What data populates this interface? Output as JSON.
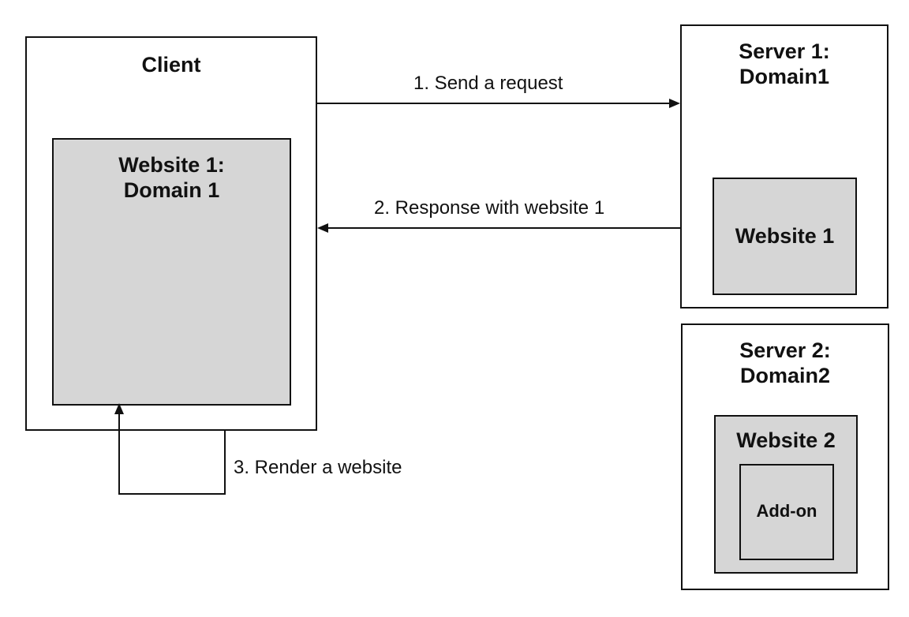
{
  "client": {
    "title": "Client"
  },
  "website1_client": {
    "line1": "Website 1:",
    "line2": "Domain 1"
  },
  "server1": {
    "line1": "Server 1:",
    "line2": "Domain1"
  },
  "website1_server": {
    "title": "Website 1"
  },
  "server2": {
    "line1": "Server 2:",
    "line2": "Domain2"
  },
  "website2": {
    "title": "Website 2"
  },
  "addon": {
    "title": "Add-on"
  },
  "arrows": {
    "step1": "1. Send a request",
    "step2": "2. Response with website 1",
    "step3": "3. Render a website"
  },
  "colors": {
    "box_fill": "#d6d6d6",
    "stroke": "#111111"
  }
}
